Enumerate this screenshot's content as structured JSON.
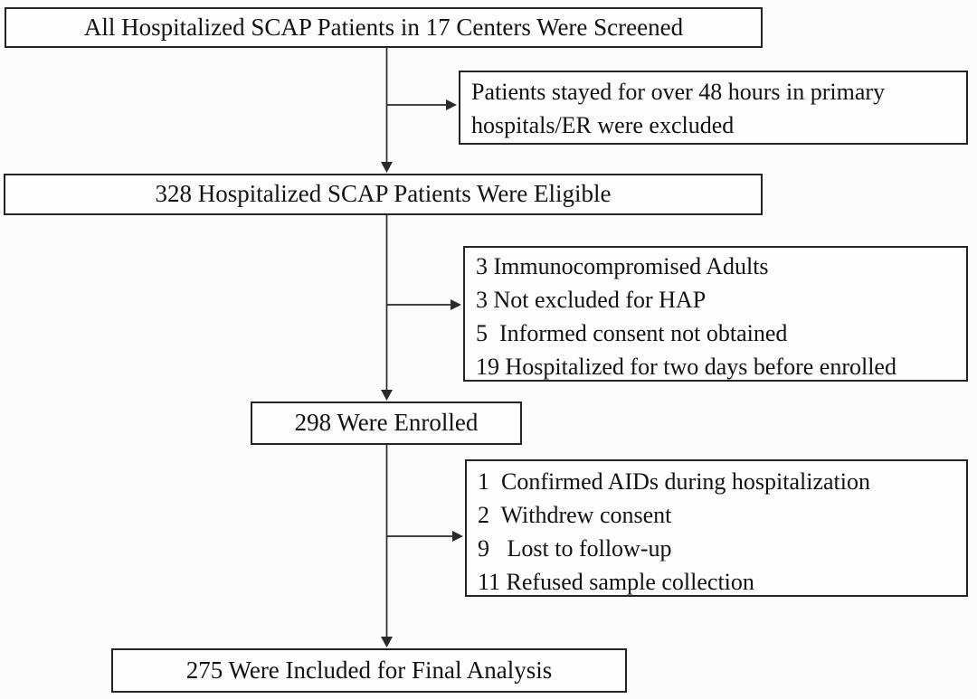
{
  "figure": {
    "type": "flowchart",
    "colors": {
      "box_border": "#242424",
      "arrow": "#2a2a2a",
      "text": "#121212",
      "background": "#fcfcfc"
    },
    "nodes": {
      "screened": {
        "label": "All Hospitalized SCAP Patients in 17 Centers Were Screened"
      },
      "excluded_primary": {
        "lines": [
          "Patients stayed for over 48 hours in primary",
          "hospitals/ER were excluded"
        ]
      },
      "eligible": {
        "label": "328 Hospitalized SCAP Patients Were Eligible"
      },
      "excluded_before_enrollment": {
        "items": [
          "3 Immunocompromised Adults",
          "3 Not excluded for HAP",
          "5  Informed consent not obtained",
          "19 Hospitalized for two days before enrolled"
        ]
      },
      "enrolled": {
        "label": "298 Were Enrolled"
      },
      "excluded_after_enrollment": {
        "items": [
          "1  Confirmed AIDs during hospitalization",
          "2  Withdrew consent",
          "9   Lost to follow-up",
          "11 Refused sample collection"
        ]
      },
      "final_analysis": {
        "label": "275 Were Included for Final Analysis"
      }
    }
  }
}
